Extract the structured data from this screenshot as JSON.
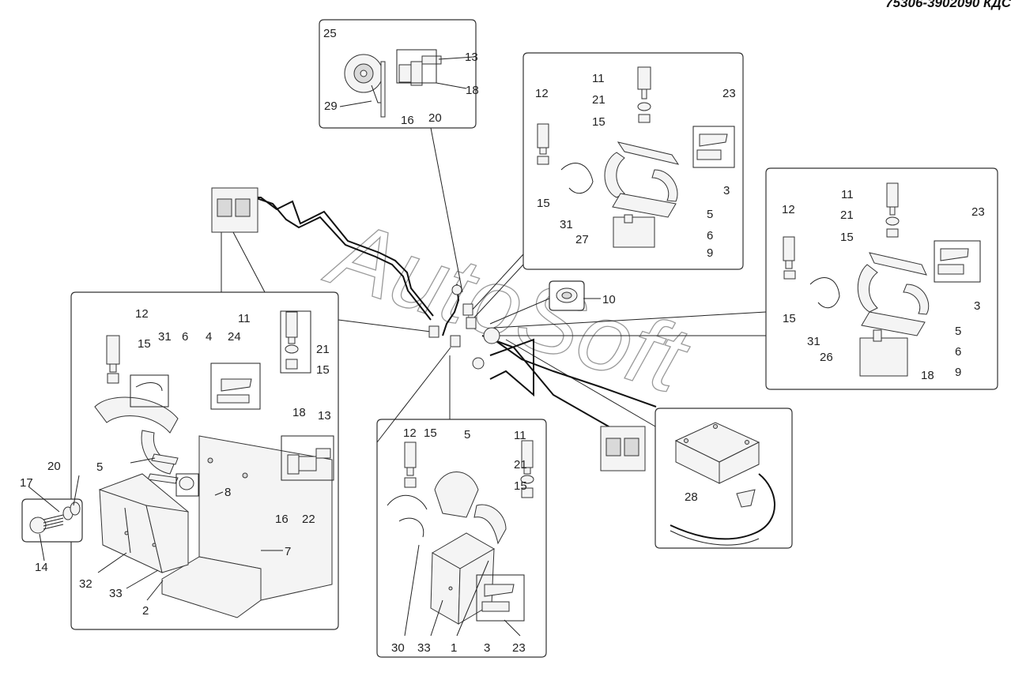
{
  "document": {
    "number": "75306-3902090 КДС",
    "watermark": "AutoSoft"
  },
  "callouts": {
    "horn": [
      "25",
      "13",
      "18",
      "29",
      "16",
      "20"
    ],
    "top_right_panel": [
      "11",
      "12",
      "21",
      "23",
      "15",
      "15",
      "3",
      "5",
      "31",
      "27",
      "6",
      "9"
    ],
    "right_panel": [
      "11",
      "12",
      "21",
      "23",
      "15",
      "15",
      "3",
      "5",
      "31",
      "26",
      "6",
      "9",
      "18"
    ],
    "center": [
      "10"
    ],
    "left_panel": [
      "12",
      "11",
      "31",
      "15",
      "6",
      "4",
      "24",
      "21",
      "15",
      "18",
      "13",
      "5",
      "8",
      "16",
      "22",
      "7",
      "20",
      "17",
      "14",
      "32",
      "33",
      "2"
    ],
    "bottom_panel": [
      "12",
      "15",
      "5",
      "11",
      "21",
      "15",
      "30",
      "33",
      "1",
      "3",
      "23"
    ],
    "bottom_right_panel": [
      "28"
    ]
  }
}
